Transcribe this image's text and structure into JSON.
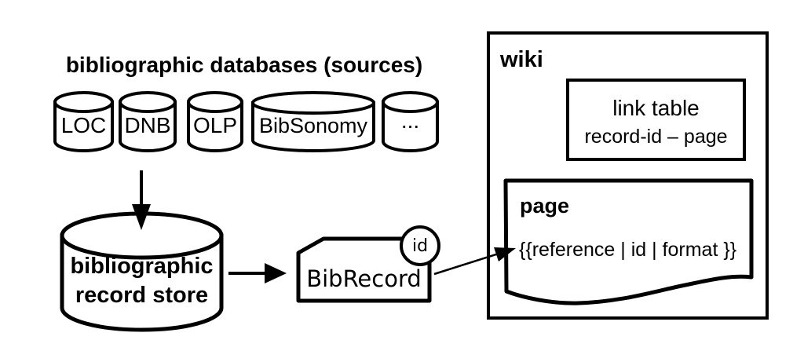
{
  "sources": {
    "title": "bibliographic databases (sources)",
    "items": [
      "LOC",
      "DNB",
      "OLP",
      "BibSonomy",
      "..."
    ]
  },
  "store": {
    "line1": "bibliographic",
    "line2": "record store"
  },
  "bibrecord": {
    "label": "BibRecord",
    "badge": "id"
  },
  "wiki": {
    "title": "wiki",
    "link_table": {
      "title": "link table",
      "mapping": "record-id – page"
    },
    "page": {
      "title": "page",
      "template": "{{reference | id | format }}"
    }
  },
  "colors": {
    "stroke": "#000000",
    "background": "#ffffff"
  }
}
